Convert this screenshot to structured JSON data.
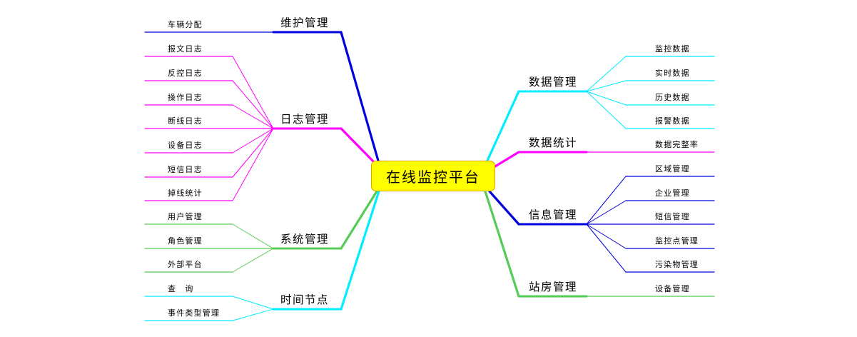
{
  "center": {
    "label": "在线监控平台"
  },
  "branches": {
    "maintenance": {
      "label": "维护管理",
      "color": "#0000dd",
      "leaves": [
        "车辆分配"
      ]
    },
    "logs": {
      "label": "日志管理",
      "color": "#ff00ff",
      "leaves": [
        "报文日志",
        "反控日志",
        "操作日志",
        "断线日志",
        "设备日志",
        "短信日志",
        "掉线统计"
      ]
    },
    "system": {
      "label": "系统管理",
      "color": "#55cc55",
      "leaves": [
        "用户管理",
        "角色管理",
        "外部平台"
      ]
    },
    "timenode": {
      "label": "时间节点",
      "color": "#00eeff",
      "leaves": [
        "查　询",
        "事件类型管理"
      ]
    },
    "data": {
      "label": "数据管理",
      "color": "#00eeff",
      "leaves": [
        "监控数据",
        "实时数据",
        "历史数据",
        "报警数据"
      ]
    },
    "stats": {
      "label": "数据统计",
      "color": "#ff00ff",
      "leaves": [
        "数据完整率"
      ]
    },
    "info": {
      "label": "信息管理",
      "color": "#0000dd",
      "leaves": [
        "区域管理",
        "企业管理",
        "短信管理",
        "监控点管理",
        "污染物管理"
      ]
    },
    "station": {
      "label": "站房管理",
      "color": "#55cc55",
      "leaves": [
        "设备管理"
      ]
    }
  }
}
